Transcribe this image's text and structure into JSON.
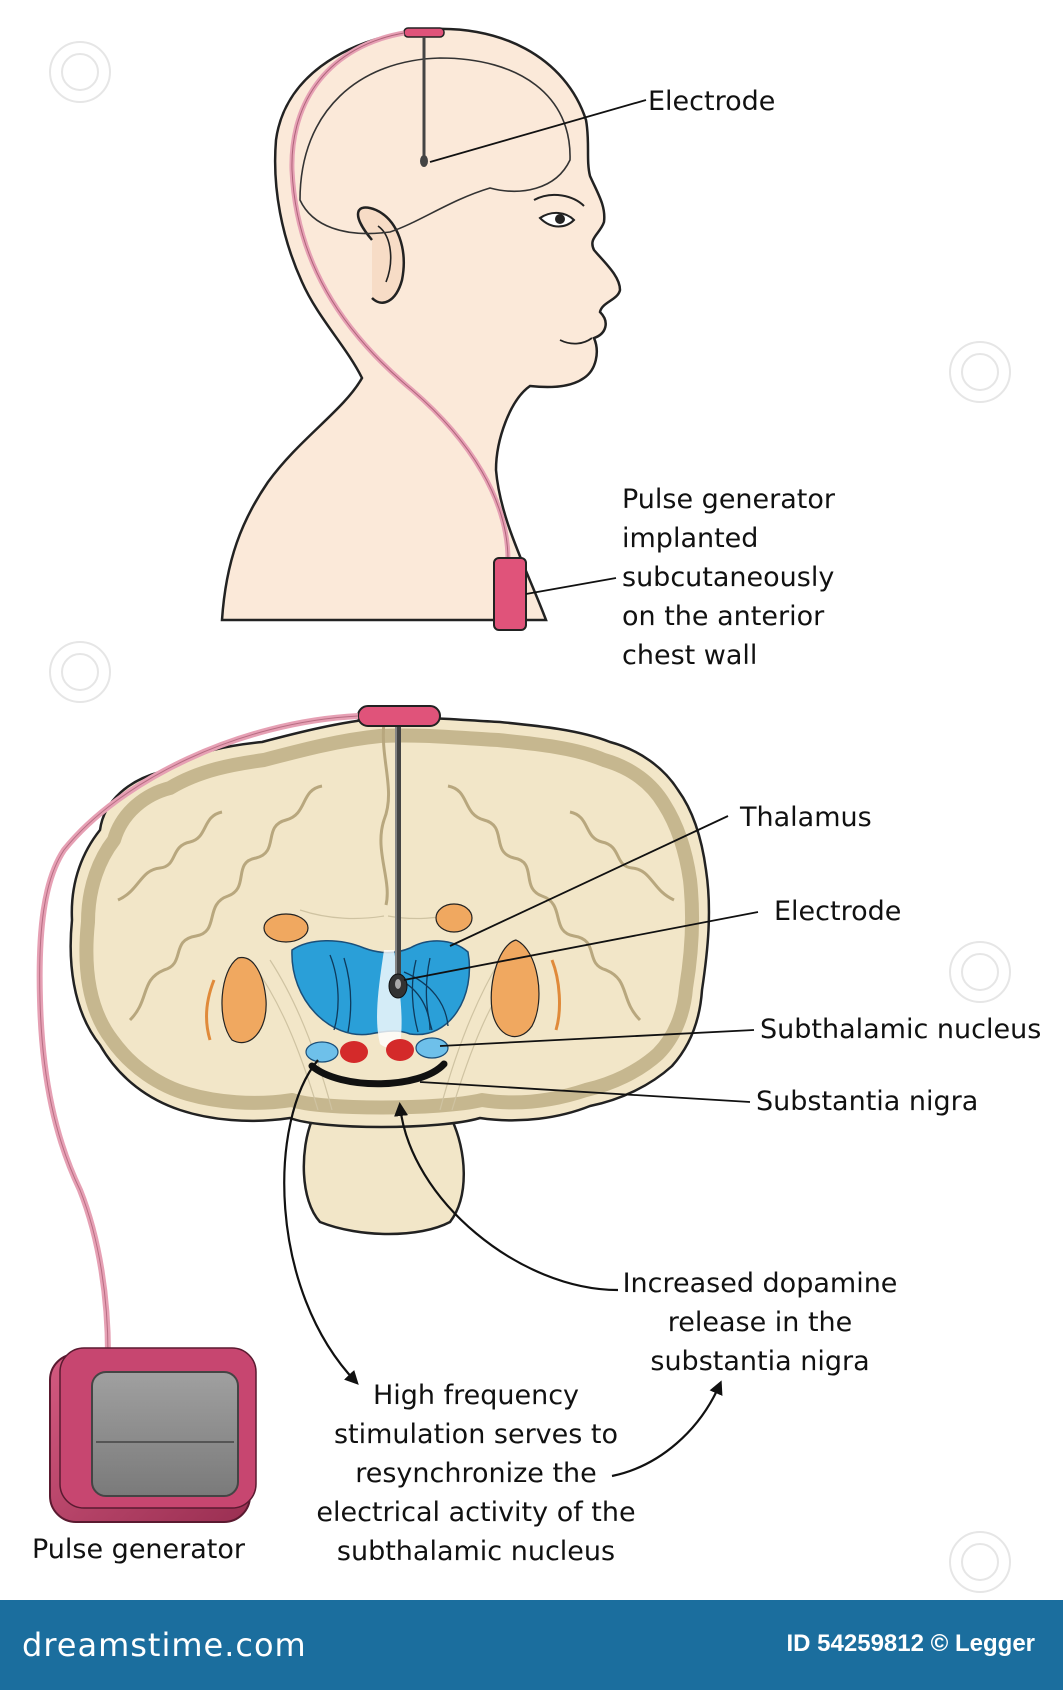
{
  "labels": {
    "electrode_top": "Electrode",
    "pulse_gen_implanted": [
      "Pulse generator",
      "implanted",
      "subcutaneously",
      "on the anterior",
      "chest wall"
    ],
    "thalamus": "Thalamus",
    "electrode_brain": "Electrode",
    "subthalamic_nucleus": "Subthalamic nucleus",
    "substantia_nigra": "Substantia nigra",
    "dopamine": [
      "Increased dopamine",
      "release in the",
      "substantia nigra"
    ],
    "high_freq": [
      "High frequency",
      "stimulation serves to",
      "resynchronize the",
      "electrical activity of the",
      "subthalamic nucleus"
    ],
    "pulse_generator": "Pulse generator"
  },
  "footer": {
    "brand": "dreamstime.com",
    "image_id": "ID 54259812 © Legger"
  },
  "colors": {
    "skin": "#fbe9d9",
    "outline": "#222222",
    "wire": "#e6a0b4",
    "device_pink": "#e0537a",
    "brain_tissue": "#f2e6c8",
    "gray_matter": "#d8ccab",
    "thalamus_blue": "#2a9fd8",
    "stn_blue": "#6ec0ea",
    "nucleus_red": "#d42a2a",
    "putamen_orange": "#f0a860",
    "generator_case": "#b83a62",
    "generator_face": "#8a8a8a",
    "footer_bg": "#1b6e9e"
  }
}
